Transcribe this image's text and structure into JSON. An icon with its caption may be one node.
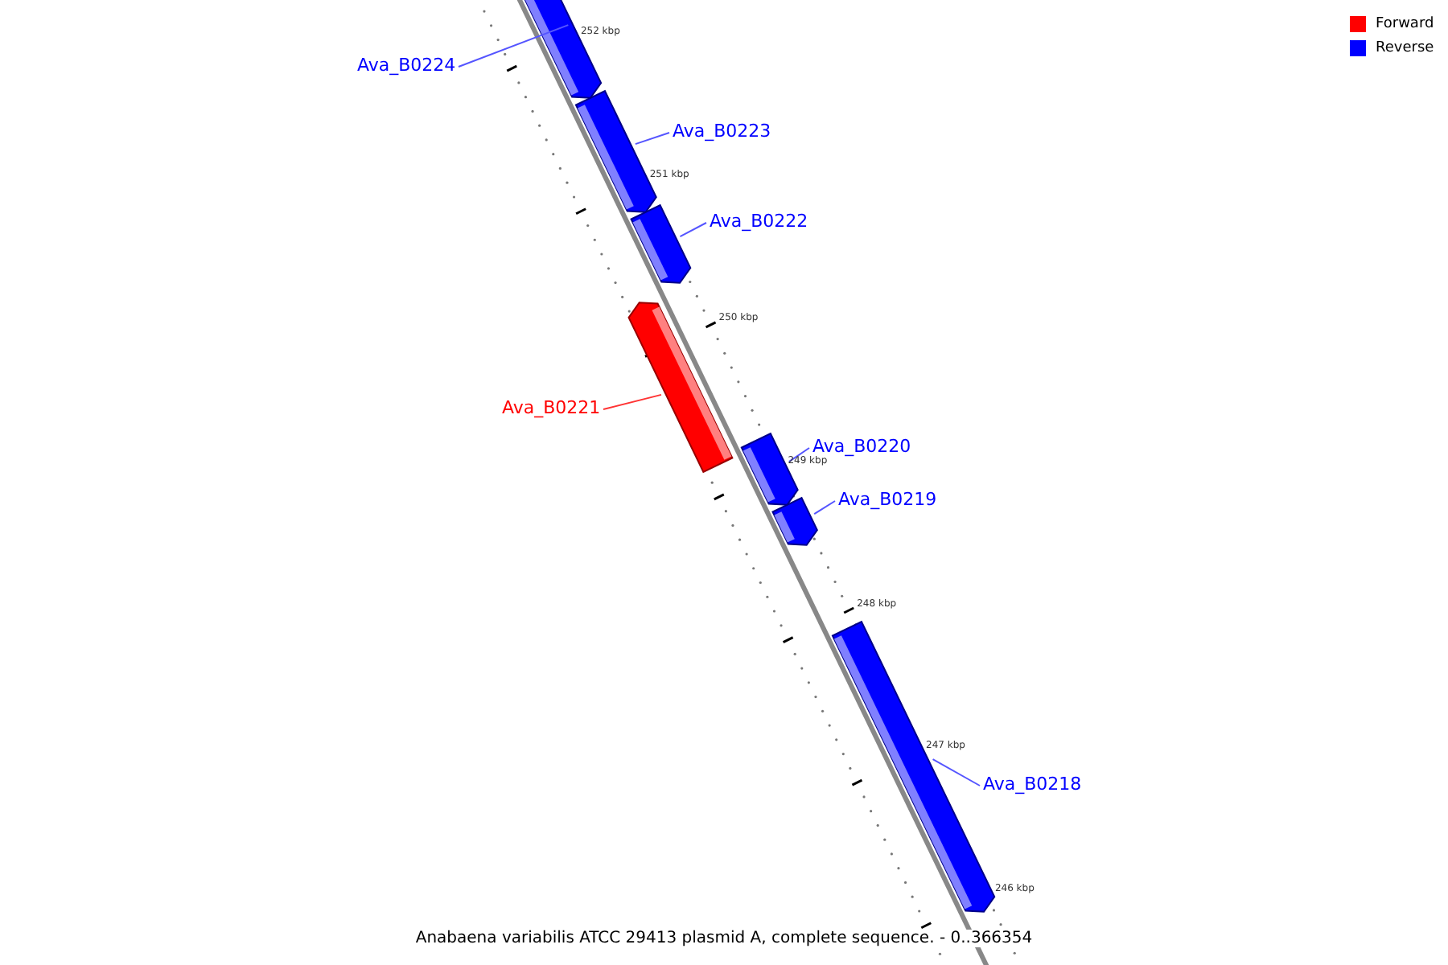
{
  "diagram": {
    "caption": "Anabaena variabilis ATCC 29413 plasmid A, complete sequence. - 0..366354",
    "nodes": [
      {
        "text": [
          "Ava_B0224"
        ]
      },
      {
        "text": [],
        "shape": "bar"
      },
      {
        "text": [
          "Ava_B0223"
        ]
      },
      {
        "text": [],
        "shape": "bar"
      },
      {
        "text": [
          "Ava_B0222"
        ]
      },
      {
        "text": [],
        "shape": "bar"
      },
      {
        "text": [
          "Ava_B0221"
        ]
      },
      {
        "text": [],
        "shape": "bar"
      },
      {
        "text": [
          "Ava_B0220"
        ]
      },
      {
        "text": [],
        "shape": "bar"
      },
      {
        "text": [
          "Ava_B0219"
        ]
      },
      {
        "text": [],
        "shape": "bar"
      },
      {
        "text": [
          "Ava_B0218"
        ]
      },
      {
        "text": [],
        "shape": "bar"
      }
    ],
    "edges": [
      {
        "from": 0,
        "to": 1,
        "arrow": "none"
      },
      {
        "from": 2,
        "to": 3,
        "arrow": "none"
      },
      {
        "from": 4,
        "to": 5,
        "arrow": "none"
      },
      {
        "from": 6,
        "to": 7,
        "arrow": "none",
        "color": "#ff3333"
      },
      {
        "from": 8,
        "to": 9,
        "arrow": "none"
      },
      {
        "from": 10,
        "to": 11,
        "arrow": "none"
      },
      {
        "from": 12,
        "to": 13,
        "arrow": "none"
      }
    ],
    "labels": [
      "252 kbp",
      "251 kbp",
      "250 kbp",
      "249 kbp",
      "248 kbp",
      "247 kbp",
      "246 kbp"
    ],
    "legend": [
      {
        "text": "Forward",
        "color": "#ff0000"
      },
      {
        "text": "Reverse",
        "color": "#0000ff"
      }
    ]
  }
}
